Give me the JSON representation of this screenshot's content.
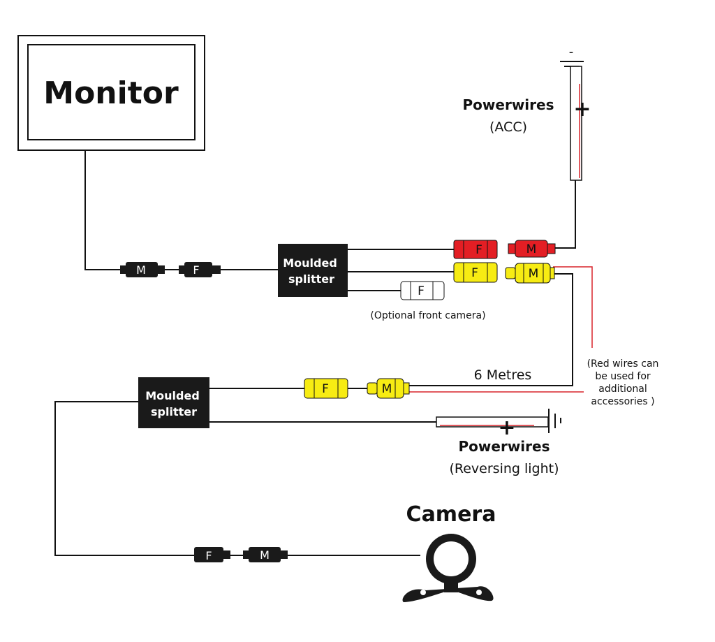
{
  "monitor": {
    "label": "Monitor"
  },
  "splitter_top": {
    "line1": "Moulded",
    "line2": "splitter"
  },
  "splitter_bottom": {
    "line1": "Moulded",
    "line2": "splitter"
  },
  "power_acc": {
    "title": "Powerwires",
    "subtitle": "(ACC)",
    "minus": "-",
    "plus": "+"
  },
  "power_reverse": {
    "title": "Powerwires",
    "subtitle": "(Reversing light)",
    "plus": "+"
  },
  "optional_front_camera": "(Optional front camera)",
  "cable_length": "6 Metres",
  "red_wires_note": [
    "(Red wires can",
    "be used for",
    "additional",
    "accessories )"
  ],
  "camera": {
    "label": "Camera"
  },
  "connectors": {
    "monitor_m": "M",
    "monitor_f": "F",
    "red_f": "F",
    "red_m": "M",
    "yellow_f_top": "F",
    "yellow_m_top": "M",
    "white_f": "F",
    "yellow_f_bottom": "F",
    "yellow_m_bottom": "M",
    "camera_f": "F",
    "camera_m": "M"
  },
  "colors": {
    "wire": "#111111",
    "red": "#e31e24",
    "red_wire": "#d8232a",
    "yellow": "#f7ec13",
    "white": "#ffffff",
    "black": "#1a1a1a"
  }
}
